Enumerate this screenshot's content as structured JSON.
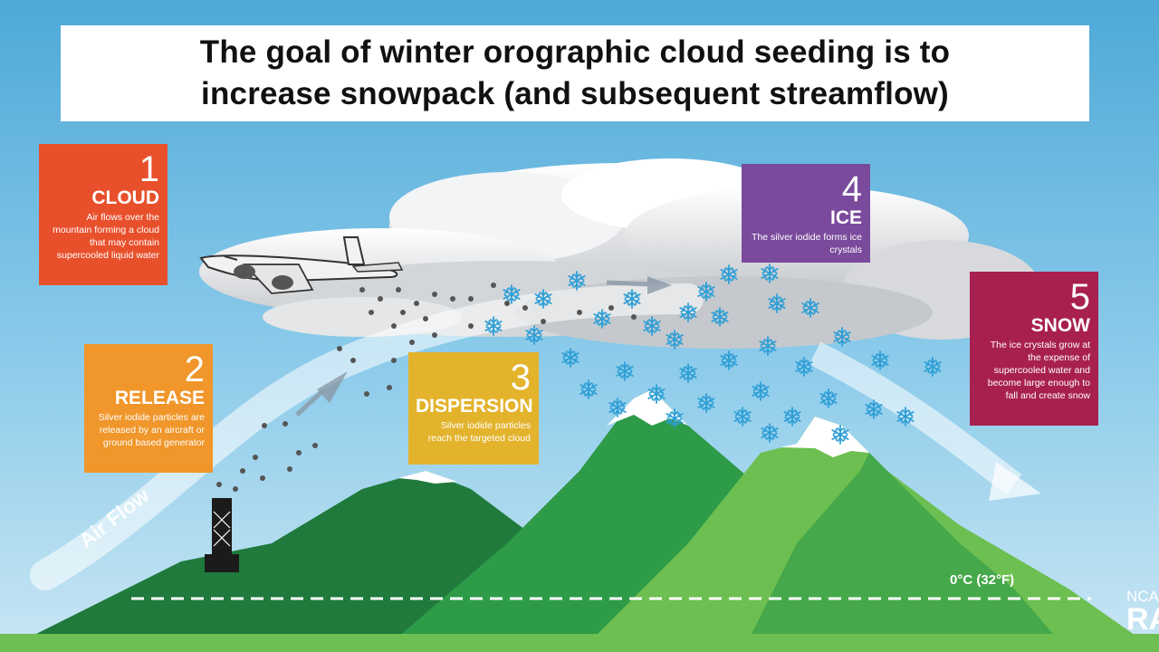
{
  "title": {
    "line1": "The goal of winter orographic cloud seeding is to",
    "line2": "increase snowpack (and subsequent streamflow)"
  },
  "steps": [
    {
      "number": "1",
      "heading": "CLOUD",
      "text": "Air flows over the mountain forming a cloud that may contain supercooled liquid water",
      "color": "#e8502c"
    },
    {
      "number": "2",
      "heading": "RELEASE",
      "text": "Silver iodide particles are released by an aircraft or ground based generator",
      "color": "#f0962a"
    },
    {
      "number": "3",
      "heading": "DISPERSION",
      "text": "Silver iodide particles reach the targeted cloud",
      "color": "#e3b32c"
    },
    {
      "number": "4",
      "heading": "ICE",
      "text": "The silver iodide forms ice crystals",
      "color": "#7a4a9c"
    },
    {
      "number": "5",
      "heading": "SNOW",
      "text": "The ice crystals grow at the expense of supercooled water and become large enough to fall and create snow",
      "color": "#a82050"
    }
  ],
  "labels": {
    "air_flow": "Air Flow",
    "freezing_level": "0°C (32°F)",
    "logo_top": "NCA",
    "logo_bottom": "RA"
  },
  "colors": {
    "sky_top": "#4ea9d8",
    "sky_bottom": "#bfe0f0",
    "snow_crystal": "#2f9fd6",
    "mountain_dark": "#1f7a3c",
    "mountain_mid": "#2d9b48",
    "mountain_light": "#6cbf50"
  },
  "icons": [
    "airplane-icon",
    "ground-generator-icon",
    "snowflake-icon",
    "arrow-icon"
  ]
}
